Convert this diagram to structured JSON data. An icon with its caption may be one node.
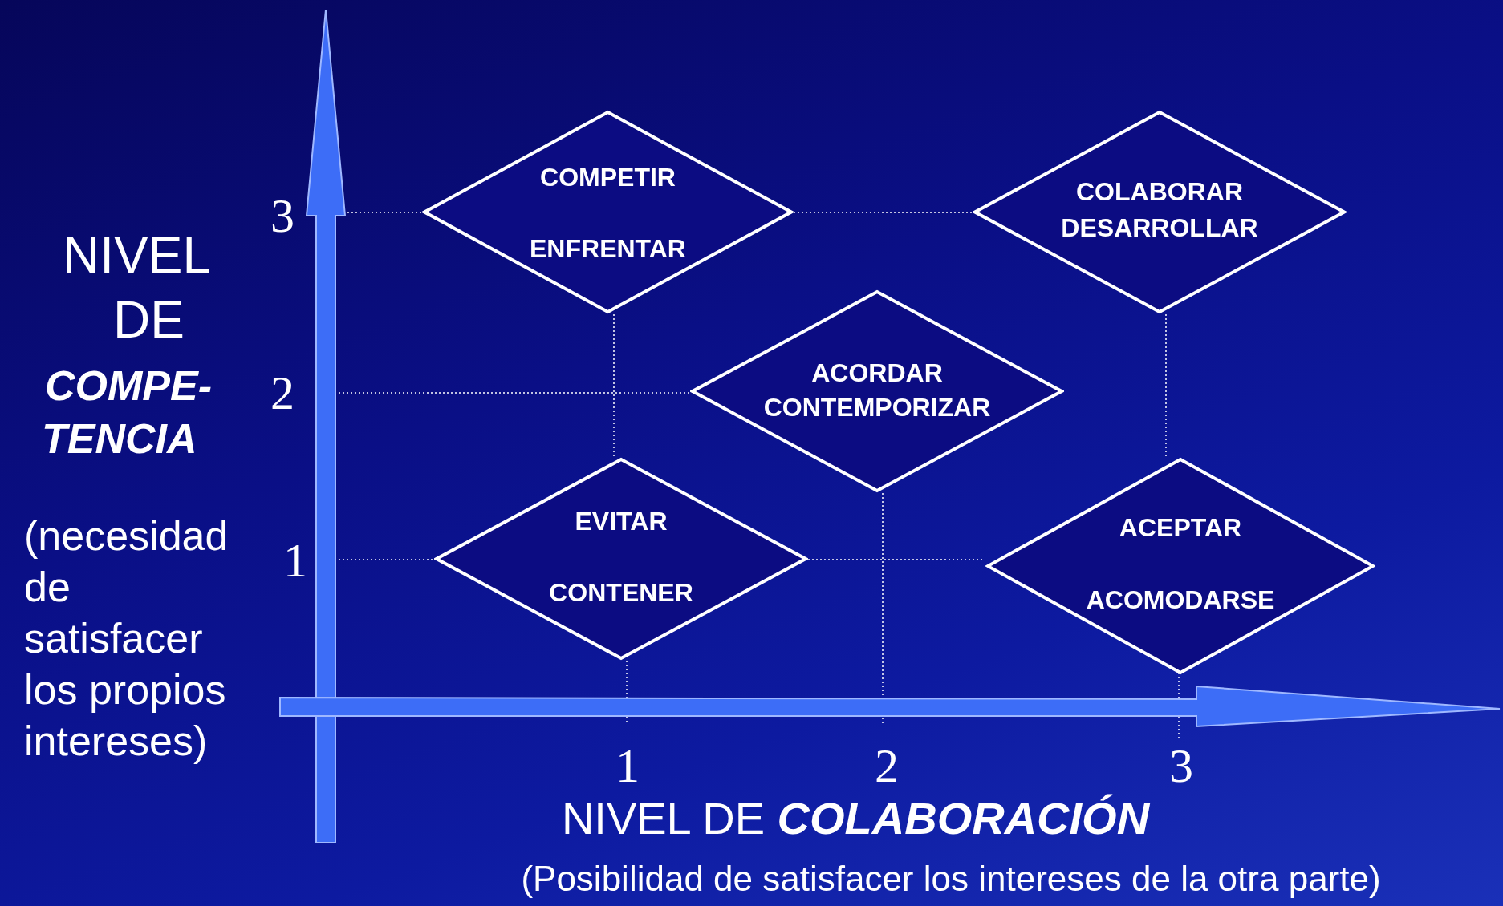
{
  "diagram": {
    "nodes": [
      {
        "text": [
          "COMPETIR",
          "ENFRENTAR"
        ]
      },
      {
        "text": [
          "COLABORAR",
          "DESARROLLAR"
        ]
      },
      {
        "text": [
          "ACORDAR",
          "CONTEMPORIZAR"
        ]
      },
      {
        "text": [
          "EVITAR",
          "CONTENER"
        ]
      },
      {
        "text": [
          "ACEPTAR",
          "ACOMODARSE"
        ]
      }
    ],
    "labels": [
      "NIVEL",
      "DE",
      "COMPE-",
      "TENCIA",
      "3",
      "2",
      "1",
      "(necesidad de satisfacer los propios intereses)",
      "1",
      "2",
      "3",
      "NIVEL DE **COLABORACIÓN**",
      "(Posibilidad de satisfacer los intereses de la otra parte)"
    ]
  }
}
